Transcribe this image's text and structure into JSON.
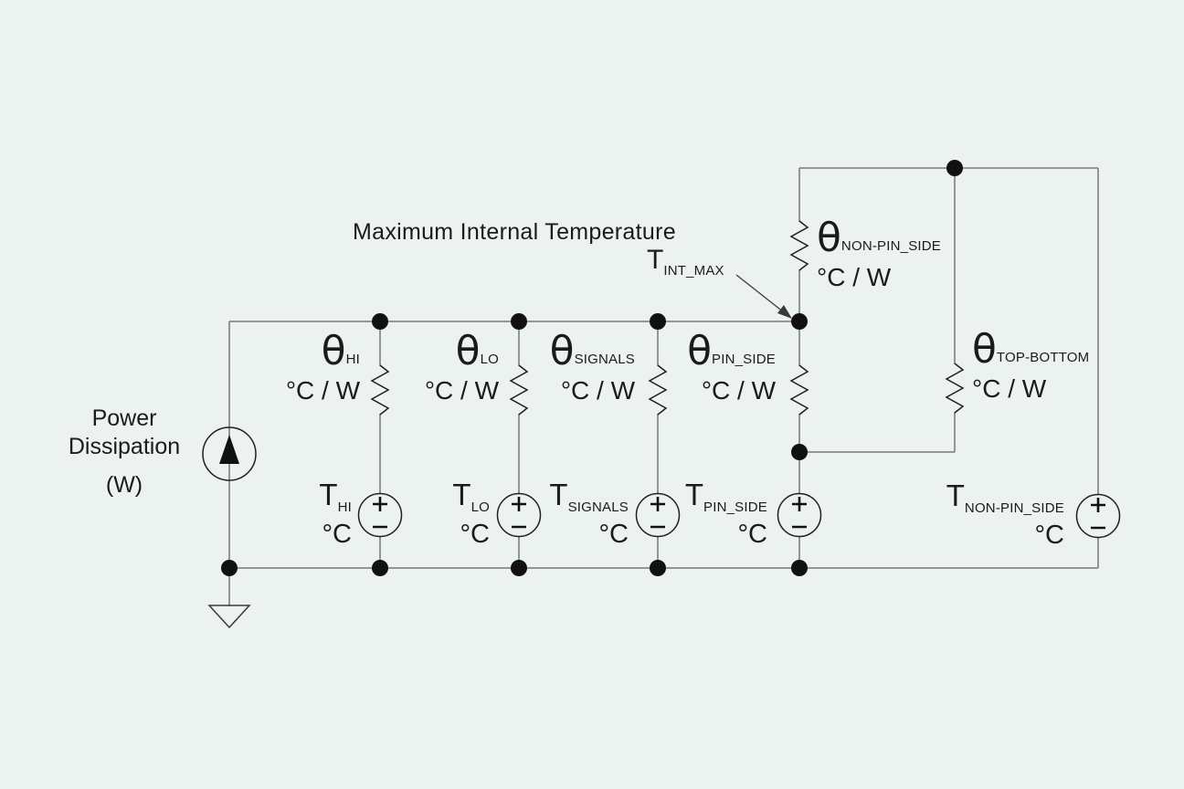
{
  "annotation": {
    "title": "Maximum Internal Temperature",
    "node_label": {
      "base": "T",
      "sub": "INT_MAX"
    }
  },
  "power_source": {
    "line1": "Power",
    "line2": "Dissipation",
    "line3": "(W)"
  },
  "resistors": {
    "hi": {
      "symbol": "θ",
      "sub": "HI",
      "unit": "°C / W"
    },
    "lo": {
      "symbol": "θ",
      "sub": "LO",
      "unit": "°C / W"
    },
    "signals": {
      "symbol": "θ",
      "sub": "SIGNALS",
      "unit": "°C / W"
    },
    "pin_side": {
      "symbol": "θ",
      "sub": "PIN_SIDE",
      "unit": "°C / W"
    },
    "non_pin_side": {
      "symbol": "θ",
      "sub": "NON-PIN_SIDE",
      "unit": "°C / W"
    },
    "top_bottom": {
      "symbol": "θ",
      "sub": "TOP-BOTTOM",
      "unit": "°C / W"
    }
  },
  "temperature_sources": {
    "hi": {
      "symbol": "T",
      "sub": "HI",
      "unit": "°C"
    },
    "lo": {
      "symbol": "T",
      "sub": "LO",
      "unit": "°C"
    },
    "signals": {
      "symbol": "T",
      "sub": "SIGNALS",
      "unit": "°C"
    },
    "pin_side": {
      "symbol": "T",
      "sub": "PIN_SIDE",
      "unit": "°C"
    },
    "non_pin_side": {
      "symbol": "T",
      "sub": "NON-PIN_SIDE",
      "unit": "°C"
    }
  },
  "colors": {
    "background": "#ebf2f0",
    "wire": "#76777a",
    "component": "#1f1f21",
    "text": "#1b1b1d"
  }
}
